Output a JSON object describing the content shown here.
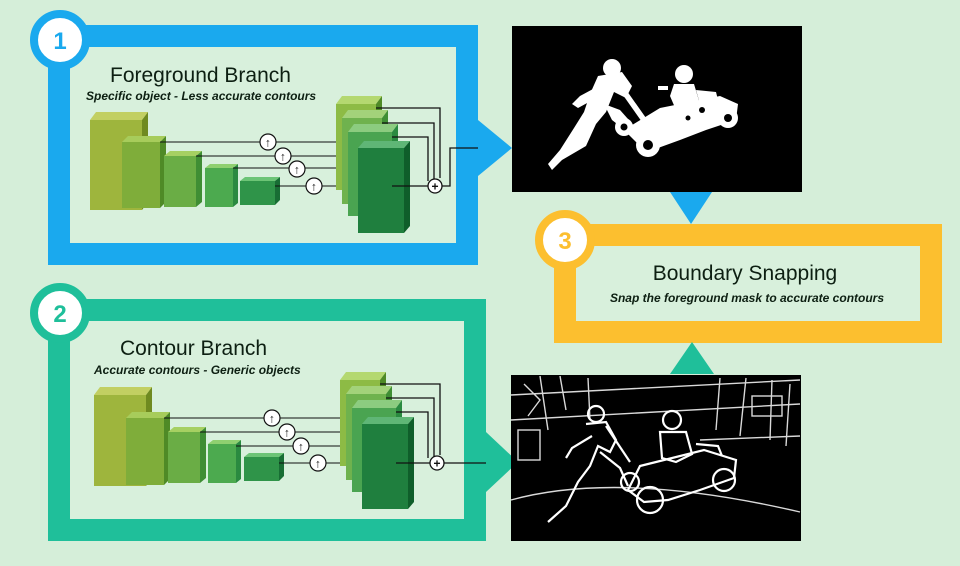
{
  "colors": {
    "background": "#d5eed9",
    "panel_fill": "#d8f0dc",
    "foreground_branch": "#1aa9ee",
    "contour_branch": "#1fbf9a",
    "boundary_snapping": "#fcbf2f",
    "mask_background": "#000000"
  },
  "steps": [
    {
      "number": "1",
      "title": "Foreground Branch",
      "subtitle": "Specific object - Less accurate contours",
      "upsample_symbol": "↑",
      "sum_symbol": "+"
    },
    {
      "number": "2",
      "title": "Contour Branch",
      "subtitle": "Accurate contours - Generic objects",
      "upsample_symbol": "↑",
      "sum_symbol": "+"
    },
    {
      "number": "3",
      "title": "Boundary Snapping",
      "subtitle": "Snap the foreground mask to accurate contours"
    }
  ],
  "images": [
    {
      "name": "foreground-mask-image",
      "icon": "white-silhouette-on-black"
    },
    {
      "name": "contour-map-image",
      "icon": "white-edges-on-black"
    }
  ]
}
